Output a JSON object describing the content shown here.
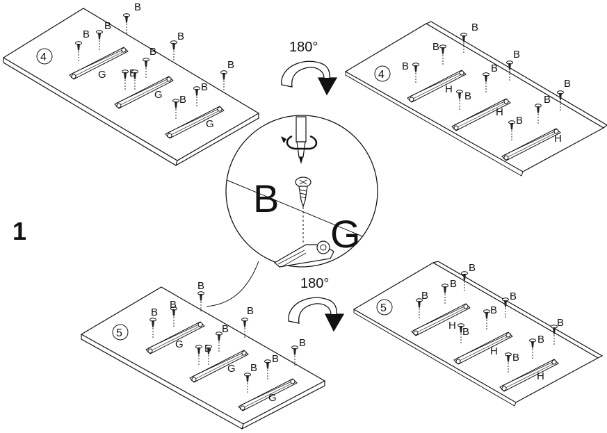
{
  "step_number": "1",
  "rotations": [
    {
      "text": "180°"
    },
    {
      "text": "180°"
    }
  ],
  "panels": [
    {
      "panel_number": "4",
      "rail_label": "G"
    },
    {
      "panel_number": "4",
      "rail_label": "H"
    },
    {
      "panel_number": "5",
      "rail_label": "G"
    },
    {
      "panel_number": "5",
      "rail_label": "H"
    }
  ],
  "screw_label": "B",
  "detail": {
    "screw_label": "B",
    "rail_label": "G"
  }
}
